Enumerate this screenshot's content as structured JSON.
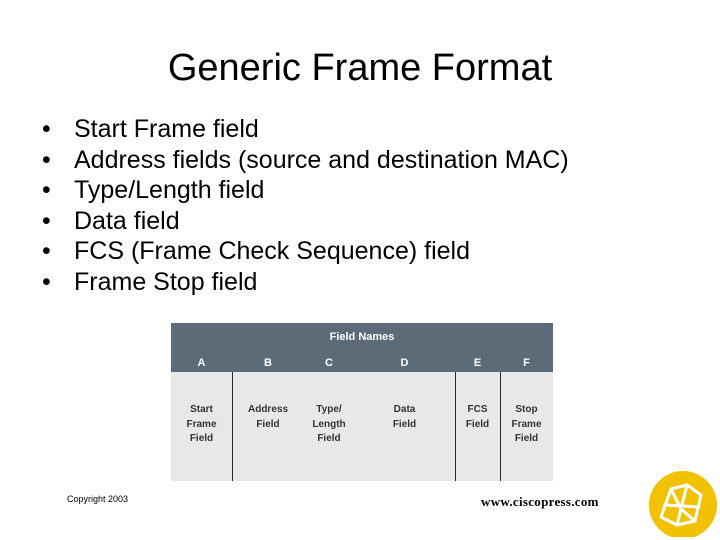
{
  "slide": {
    "title": "Generic Frame Format",
    "bullets": [
      "Start Frame field",
      "Address fields (source and destination MAC)",
      "Type/Length field",
      "Data field",
      "FCS (Frame Check Sequence) field",
      "Frame Stop field"
    ],
    "bullet_glyph": "•"
  },
  "frame_table": {
    "title": "Field Names",
    "columns": [
      {
        "letter": "A",
        "lines": [
          "Start",
          "Frame",
          "Field"
        ]
      },
      {
        "letter": "B",
        "lines": [
          "Address",
          "Field"
        ]
      },
      {
        "letter": "C",
        "lines": [
          "Type/",
          "Length",
          "Field"
        ]
      },
      {
        "letter": "D",
        "lines": [
          "Data",
          "Field"
        ]
      },
      {
        "letter": "E",
        "lines": [
          "FCS",
          "Field"
        ]
      },
      {
        "letter": "F",
        "lines": [
          "Stop",
          "Frame",
          "Field"
        ]
      }
    ],
    "colors": {
      "header": "#5b6b78",
      "body": "#e8e8e8"
    }
  },
  "footer": {
    "copyright": "Copyright 2003",
    "url": "www.ciscopress.com"
  },
  "logo": {
    "icon": "cisco-press-logo-icon",
    "color": "#f2c200"
  }
}
